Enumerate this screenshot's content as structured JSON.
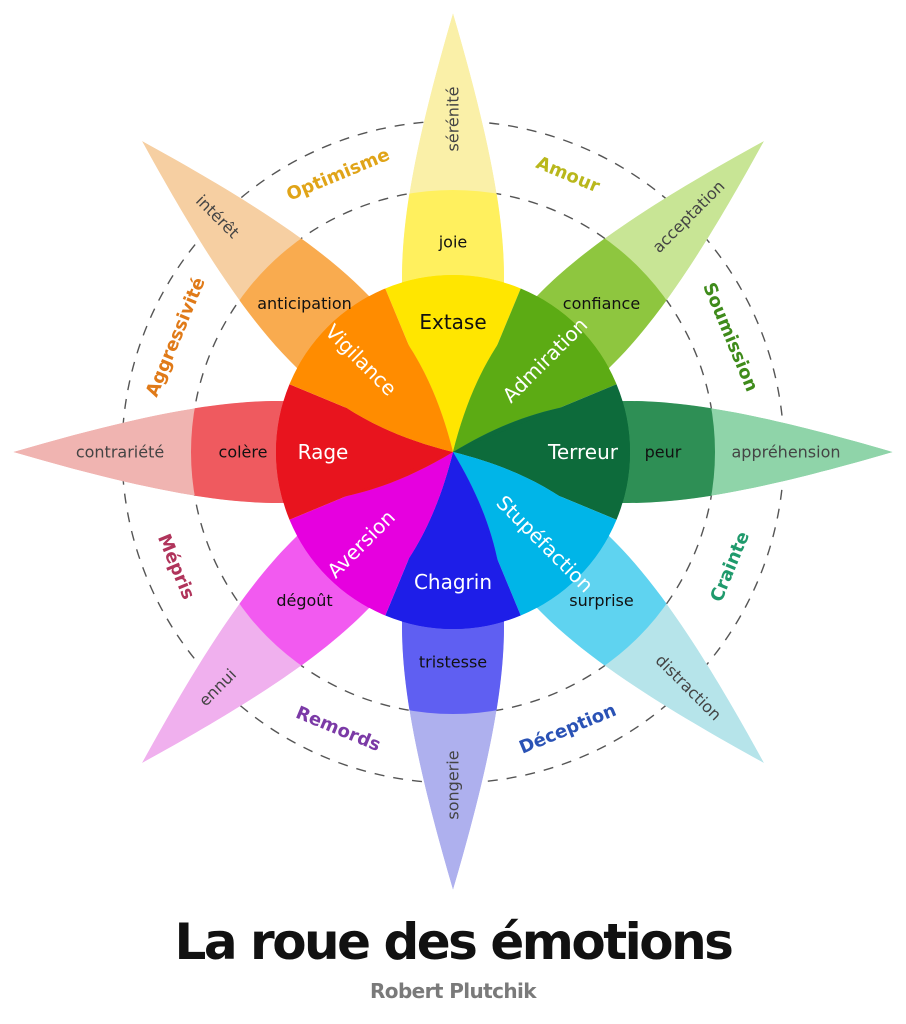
{
  "petals": [
    {
      "name": "Extase",
      "mid": "joie",
      "outer": "sérénité",
      "colors": [
        "#ffe600",
        "#fff05e",
        "#faf0a8"
      ],
      "center_color": "#111111"
    },
    {
      "name": "Admiration",
      "mid": "confiance",
      "outer": "acceptation",
      "colors": [
        "#5cab14",
        "#8ec63f",
        "#c8e595"
      ],
      "center_color": "#ffffff"
    },
    {
      "name": "Terreur",
      "mid": "peur",
      "outer": "appréhension",
      "colors": [
        "#0d6b3b",
        "#2e8f55",
        "#8fd4a9"
      ],
      "center_color": "#ffffff"
    },
    {
      "name": "Stupéfaction",
      "mid": "surprise",
      "outer": "distraction",
      "colors": [
        "#00b5e8",
        "#5fd3f0",
        "#b6e4ea"
      ],
      "center_color": "#ffffff"
    },
    {
      "name": "Chagrin",
      "mid": "tristesse",
      "outer": "songerie",
      "colors": [
        "#1e1ee8",
        "#5f5ff2",
        "#aeb0ee"
      ],
      "center_color": "#ffffff"
    },
    {
      "name": "Aversion",
      "mid": "dégoût",
      "outer": "ennui",
      "colors": [
        "#e600df",
        "#f25af0",
        "#f0b0ee"
      ],
      "center_color": "#ffffff"
    },
    {
      "name": "Rage",
      "mid": "colère",
      "outer": "contrariété",
      "colors": [
        "#e8141e",
        "#ef5a5f",
        "#f0b4b1"
      ],
      "center_color": "#ffffff"
    },
    {
      "name": "Vigilance",
      "mid": "anticipation",
      "outer": "intérêt",
      "colors": [
        "#ff8c00",
        "#f9ab4f",
        "#f6cfa2"
      ],
      "center_color": "#ffffff"
    }
  ],
  "dyads": [
    {
      "label": "Amour",
      "color": "#b9b71c"
    },
    {
      "label": "Soumission",
      "color": "#3f8b1b"
    },
    {
      "label": "Crainte",
      "color": "#1f9a6c"
    },
    {
      "label": "Déception",
      "color": "#2a52b5"
    },
    {
      "label": "Remords",
      "color": "#7b3aa6"
    },
    {
      "label": "Mépris",
      "color": "#b0345b"
    },
    {
      "label": "Aggressivité",
      "color": "#e07a18"
    },
    {
      "label": "Optimisme",
      "color": "#e0a418"
    }
  ],
  "title": "La roue des émotions",
  "subtitle": "Robert Plutchik"
}
